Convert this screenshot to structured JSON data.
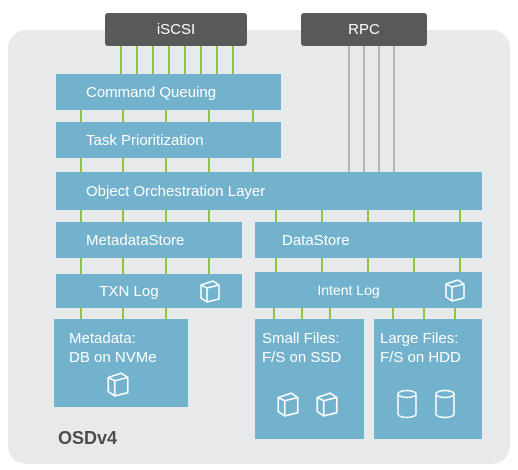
{
  "diagram": {
    "title": "OSDv4",
    "protocols": {
      "iscsi": "iSCSI",
      "rpc": "RPC"
    },
    "layers": {
      "command_queuing": "Command Queuing",
      "task_prioritization": "Task Prioritization",
      "object_orchestration": "Object Orchestration Layer",
      "metadata_store": "MetadataStore",
      "data_store": "DataStore",
      "txn_log": "TXN Log",
      "intent_log": "Intent Log"
    },
    "storage": {
      "metadata": {
        "line1": "Metadata:",
        "line2": "DB on NVMe"
      },
      "small_files": {
        "line1": "Small Files:",
        "line2": "F/S on SSD"
      },
      "large_files": {
        "line1": "Large Files:",
        "line2": "F/S on HDD"
      }
    },
    "colors": {
      "panel": "#e8e9eb",
      "protocol_box": "#58595b",
      "layer_box": "#73b2cd",
      "green_link": "#8dc63f",
      "gray_link": "#b5b6b9"
    },
    "icons": [
      "cube-icon",
      "cylinder-icon"
    ]
  }
}
